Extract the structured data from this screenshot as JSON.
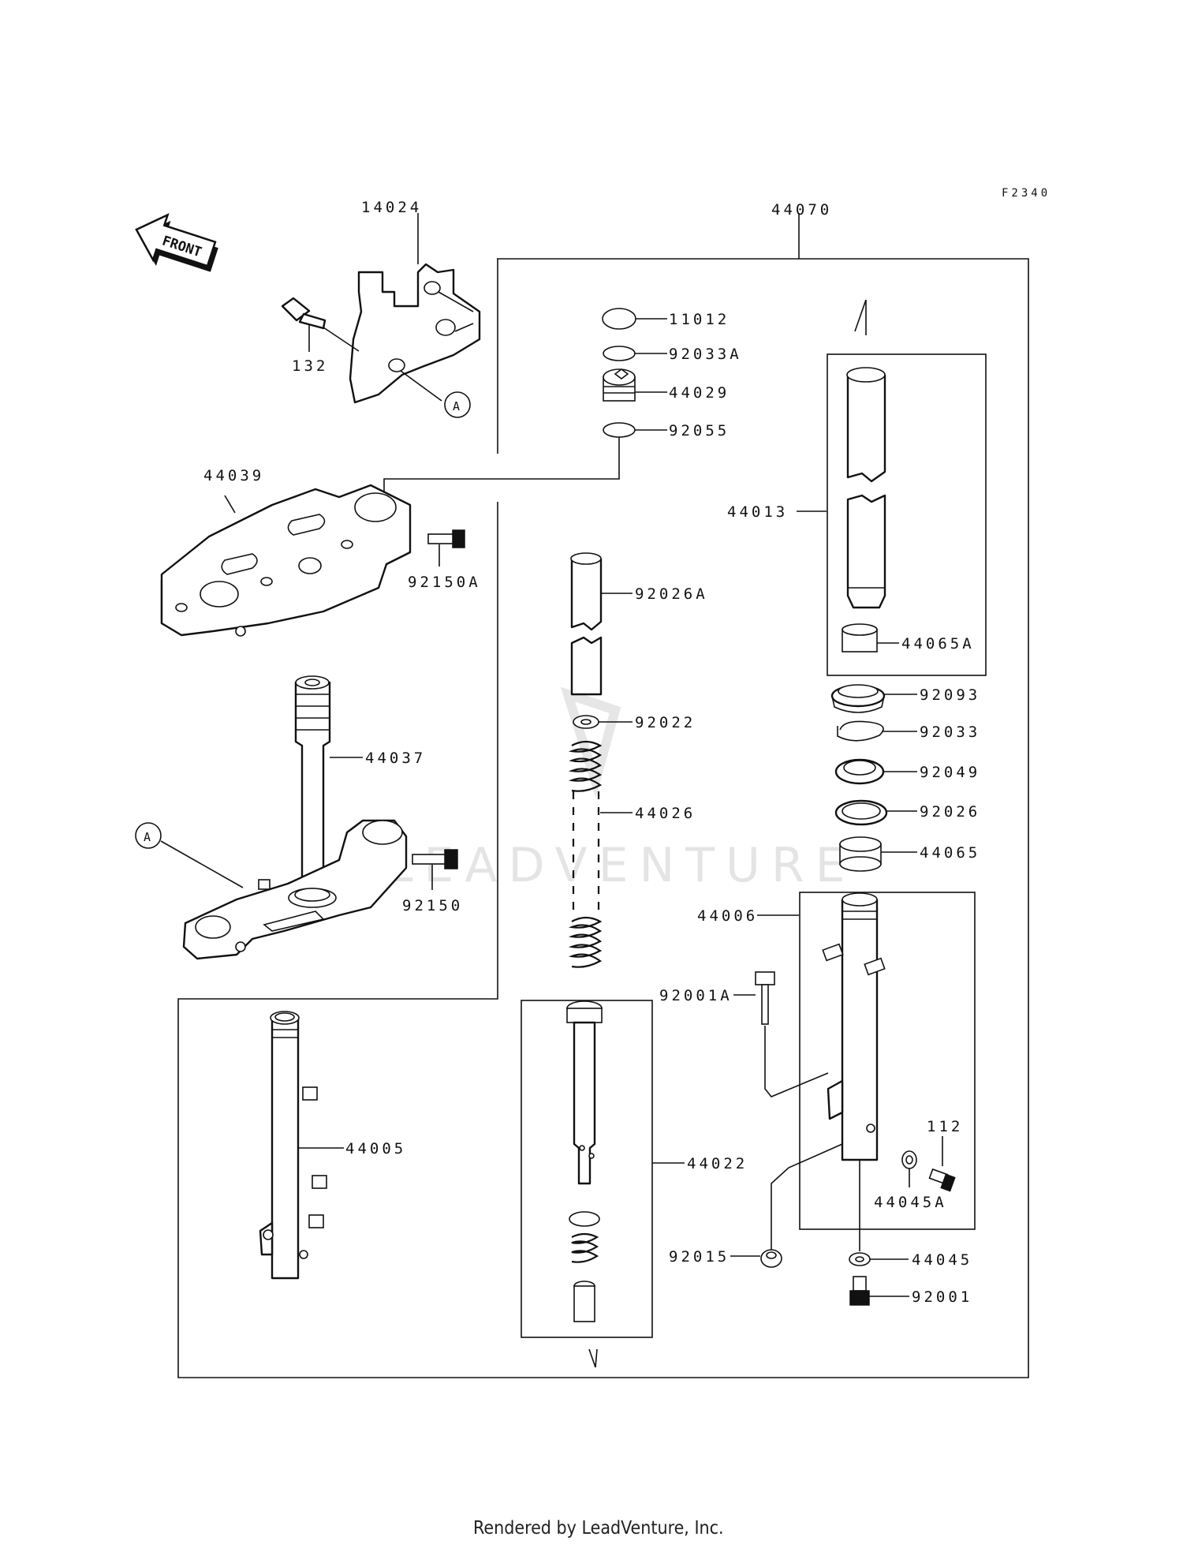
{
  "figure_code": "F2340",
  "front_arrow_label": "FRONT",
  "ref_marker": "A",
  "watermark": "LEADVENTURE",
  "footer": "Rendered by LeadVenture, Inc.",
  "parts": {
    "p14024": "14024",
    "p44070": "44070",
    "p132": "132",
    "p11012": "11012",
    "p92033A": "92033A",
    "p44029": "44029",
    "p92055": "92055",
    "p44039": "44039",
    "p92150A": "92150A",
    "p44013": "44013",
    "p92026A": "92026A",
    "p44065A": "44065A",
    "p92093": "92093",
    "p92022": "92022",
    "p92033": "92033",
    "p44037": "44037",
    "p92049": "92049",
    "p44026": "44026",
    "p92026": "92026",
    "p44065": "44065",
    "p92150": "92150",
    "p44006": "44006",
    "p92001A": "92001A",
    "p44005": "44005",
    "p112": "112",
    "p44022": "44022",
    "p44045A": "44045A",
    "p92015": "92015",
    "p44045": "44045",
    "p92001": "92001"
  }
}
